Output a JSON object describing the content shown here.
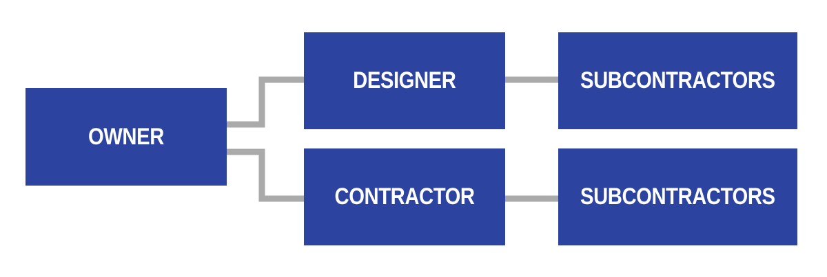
{
  "diagram": {
    "nodes": {
      "owner": "OWNER",
      "designer": "DESIGNER",
      "contractor": "CONTRACTOR",
      "subcontractors_top": "SUBCONTRACTORS",
      "subcontractors_bottom": "SUBCONTRACTORS"
    },
    "edges": [
      [
        "owner",
        "designer"
      ],
      [
        "owner",
        "contractor"
      ],
      [
        "designer",
        "subcontractors_top"
      ],
      [
        "contractor",
        "subcontractors_bottom"
      ]
    ],
    "colors": {
      "box": "#2d43a0",
      "text": "#ffffff",
      "connector": "#aaaaaa"
    }
  }
}
